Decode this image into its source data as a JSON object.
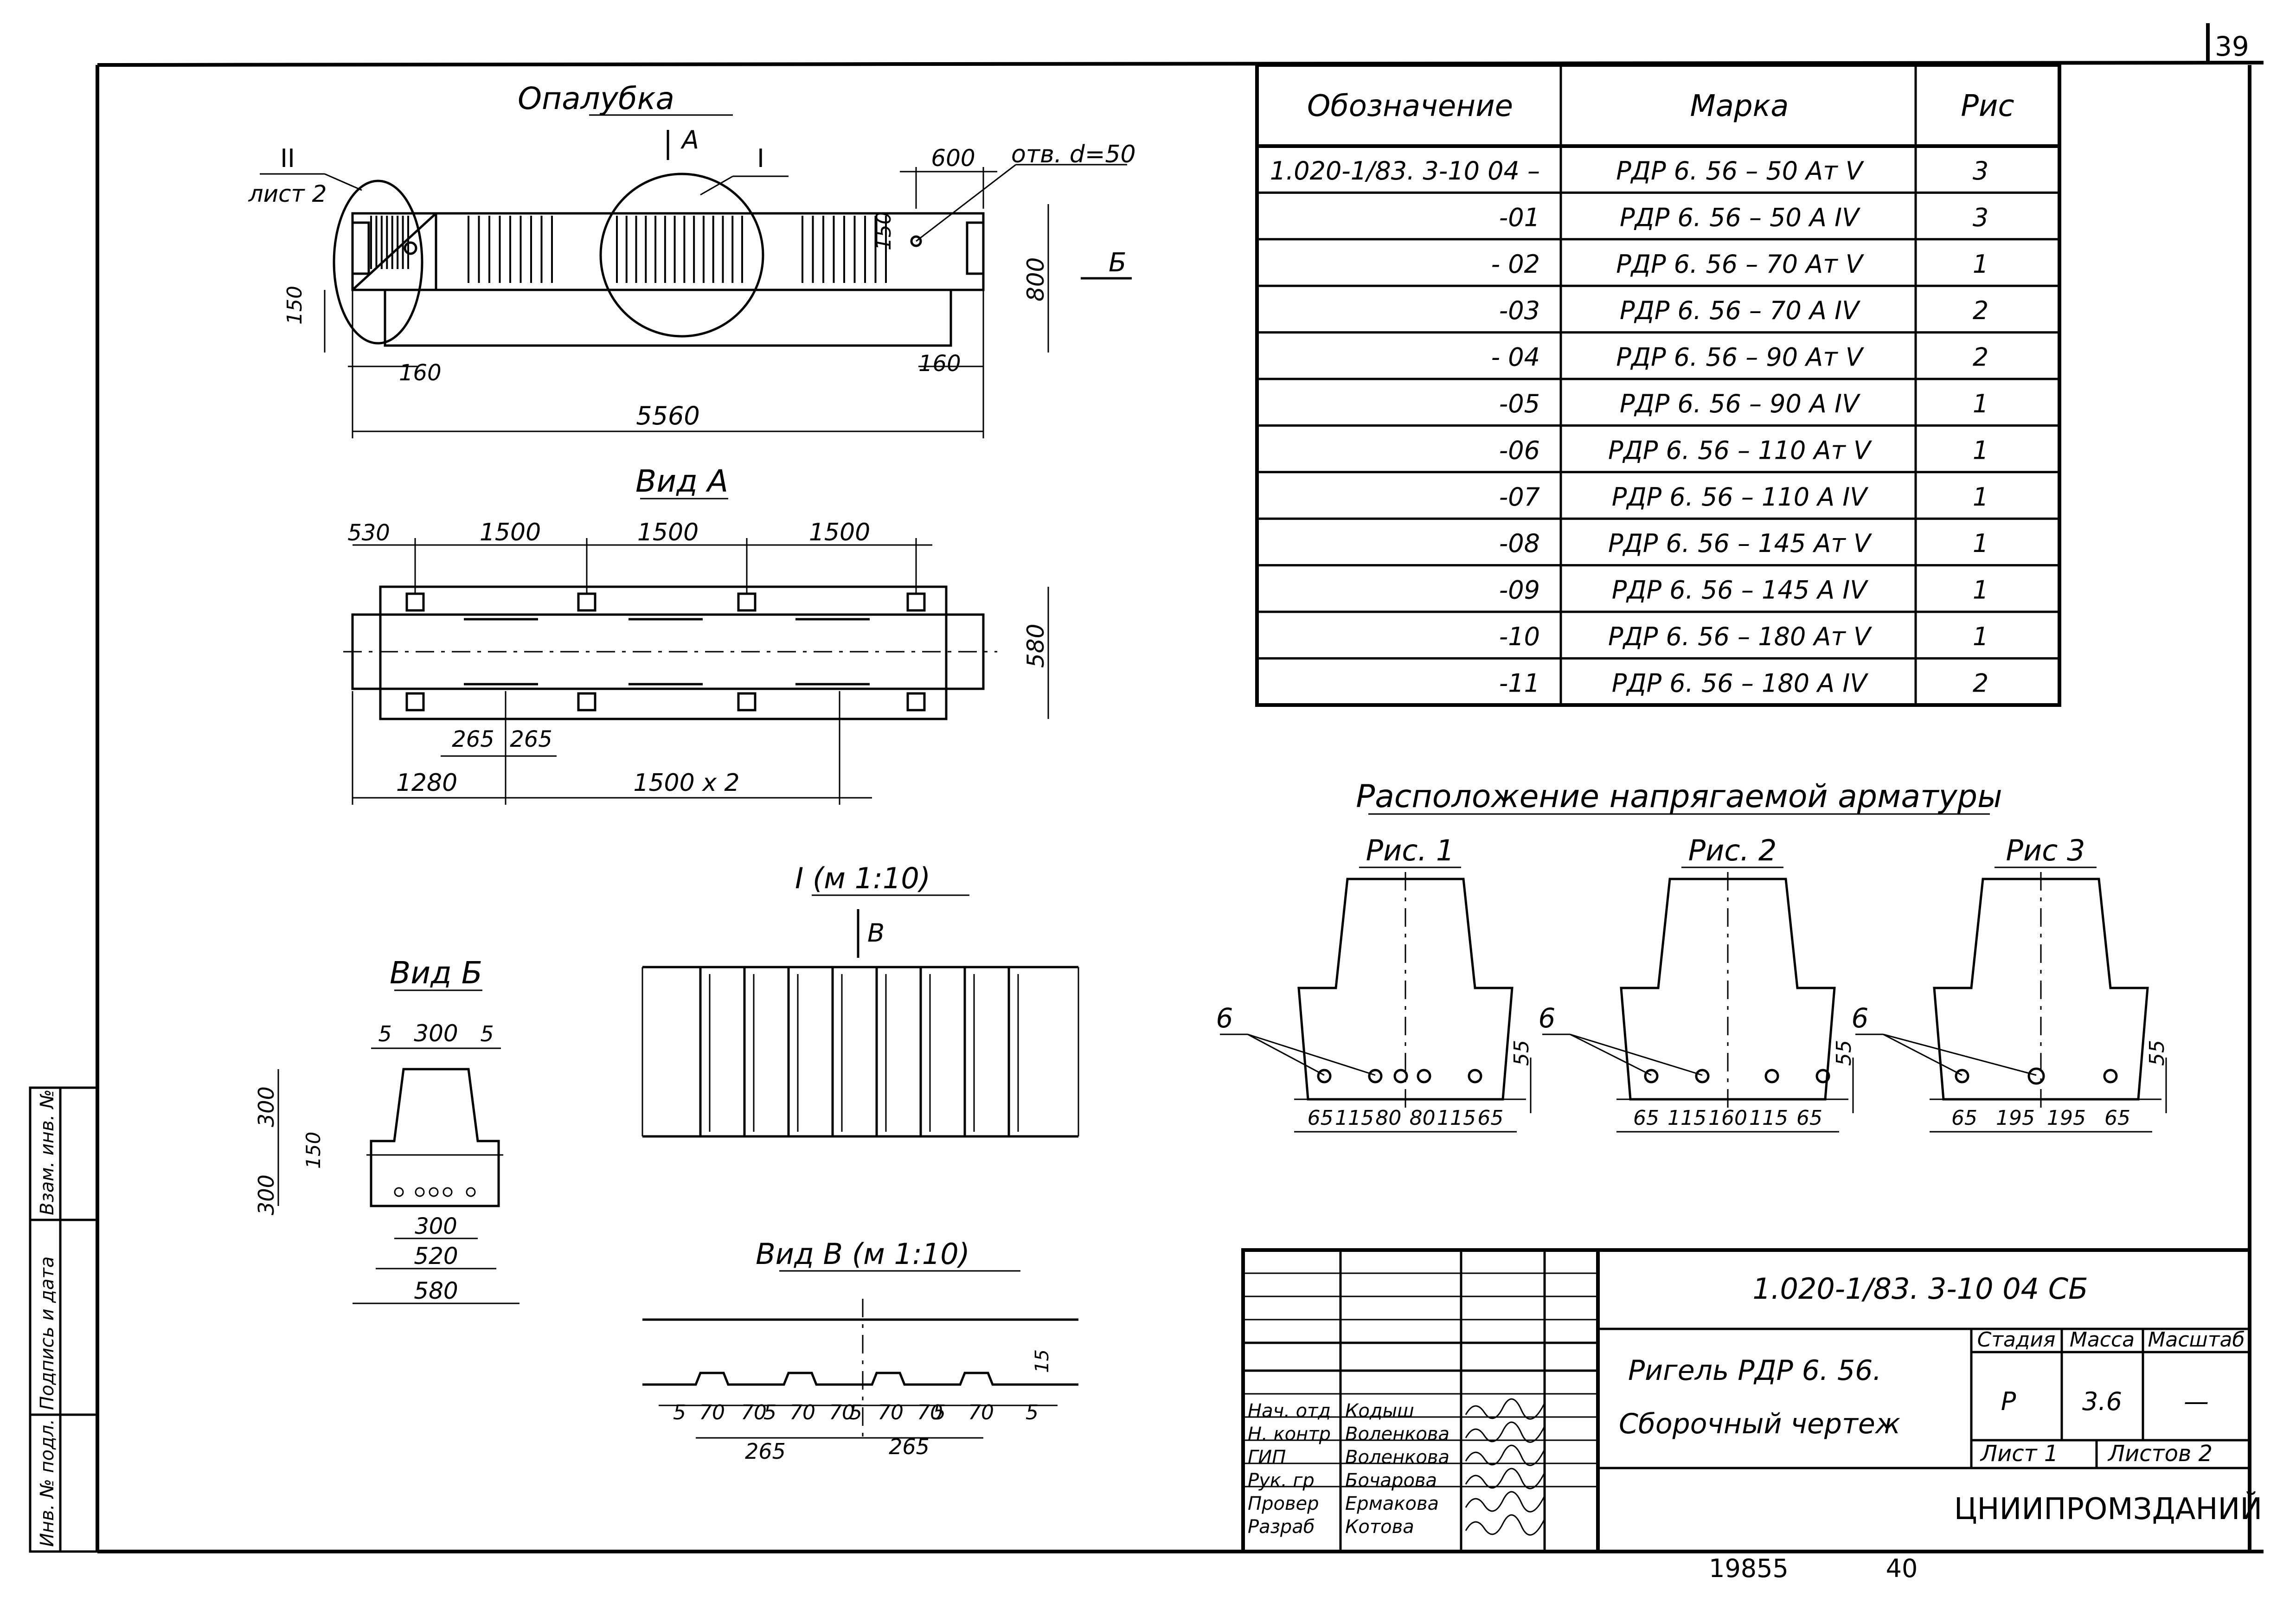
{
  "sheet": {
    "number": "39"
  },
  "spec_table": {
    "headers": [
      "Обозначение",
      "Марка",
      "Рис"
    ],
    "rows": [
      [
        "1.020-1/83. 3-10 04 –",
        "РДР 6. 56 – 50 Ат V",
        "3"
      ],
      [
        "-01",
        "РДР 6. 56 – 50 А IV",
        "3"
      ],
      [
        "- 02",
        "РДР 6. 56 – 70 Ат V",
        "1"
      ],
      [
        "-03",
        "РДР 6. 56 – 70 А IV",
        "2"
      ],
      [
        "- 04",
        "РДР 6. 56 – 90 Ат V",
        "2"
      ],
      [
        "-05",
        "РДР 6. 56 – 90 А IV",
        "1"
      ],
      [
        "-06",
        "РДР 6. 56 – 110 Ат V",
        "1"
      ],
      [
        "-07",
        "РДР 6. 56 – 110 А IV",
        "1"
      ],
      [
        "-08",
        "РДР 6. 56 – 145 Ат V",
        "1"
      ],
      [
        "-09",
        "РДР 6. 56 – 145 А IV",
        "1"
      ],
      [
        "-10",
        "РДР 6. 56 – 180 Ат V",
        "1"
      ],
      [
        "-11",
        "РДР 6. 56 – 180 А IV",
        "2"
      ]
    ]
  },
  "formwork": {
    "title": "Опалубка",
    "view_marker": "А",
    "callout_II": "II",
    "callout_sheet": "лист 2",
    "callout_I": "I",
    "hole_label": "отв. d=50",
    "dims": {
      "d600": "600",
      "d150": "150",
      "d800": "800",
      "section_mark": "Б",
      "d150_left": "150",
      "d160_left": "160",
      "d160_right": "160",
      "length": "5560"
    }
  },
  "view_a": {
    "title": "Вид А",
    "dims": {
      "d530": "530",
      "d1500a": "1500",
      "d1500b": "1500",
      "d1500c": "1500",
      "d580": "580",
      "d265a": "265",
      "d265b": "265",
      "d1280": "1280",
      "d1500x2": "1500 х 2"
    }
  },
  "detail_I": {
    "title": "I (м 1:10)",
    "view_marker": "В"
  },
  "view_b": {
    "title": "Вид Б",
    "dims": {
      "t5a": "5",
      "t300": "300",
      "t5b": "5",
      "h300a": "300",
      "h150": "150",
      "h300b": "300",
      "b300": "300",
      "b520": "520",
      "b580": "580"
    }
  },
  "view_v": {
    "title": "Вид В (м 1:10)",
    "dims": {
      "d15": "15",
      "d5": "5",
      "d70": "70",
      "d265a": "265",
      "d265b": "265"
    }
  },
  "rebar": {
    "title": "Расположение напрягаемой арматуры",
    "figures": [
      {
        "label": "Рис. 1",
        "pos_mark": "6",
        "height_dim": "55",
        "dims": [
          "65",
          "115",
          "80",
          "80",
          "115",
          "65"
        ]
      },
      {
        "label": "Рис. 2",
        "pos_mark": "6",
        "height_dim": "55",
        "dims": [
          "65",
          "115",
          "160",
          "115",
          "65"
        ]
      },
      {
        "label": "Рис 3",
        "pos_mark": "6",
        "height_dim": "55",
        "dims": [
          "65",
          "195",
          "195",
          "65"
        ]
      }
    ]
  },
  "side_stamp": {
    "cells": [
      "Взам. инв. №",
      "Подпись и дата",
      "Инв. № подл."
    ]
  },
  "title_block": {
    "code": "1.020-1/83. 3-10 04 СБ",
    "name_line1": "Ригель РДР 6. 56.",
    "name_line2": "Сборочный чертеж",
    "stage_header": "Стадия",
    "mass_header": "Масса",
    "scale_header": "Масштаб",
    "stage": "Р",
    "mass": "3.6",
    "scale": "—",
    "sheet_label": "Лист 1",
    "sheets_label": "Листов 2",
    "organization": "ЦНИИПРОМЗДАНИЙ",
    "roles": [
      {
        "role": "Нач. отд",
        "name": "Кодыш"
      },
      {
        "role": "Н. контр",
        "name": "Воленкова"
      },
      {
        "role": "ГИП",
        "name": "Воленкова"
      },
      {
        "role": "Рук. гр",
        "name": "Бочарова"
      },
      {
        "role": "Провер",
        "name": "Ермакова"
      },
      {
        "role": "Разраб",
        "name": "Котова"
      }
    ]
  },
  "footer": {
    "left": "19855",
    "right": "40"
  }
}
